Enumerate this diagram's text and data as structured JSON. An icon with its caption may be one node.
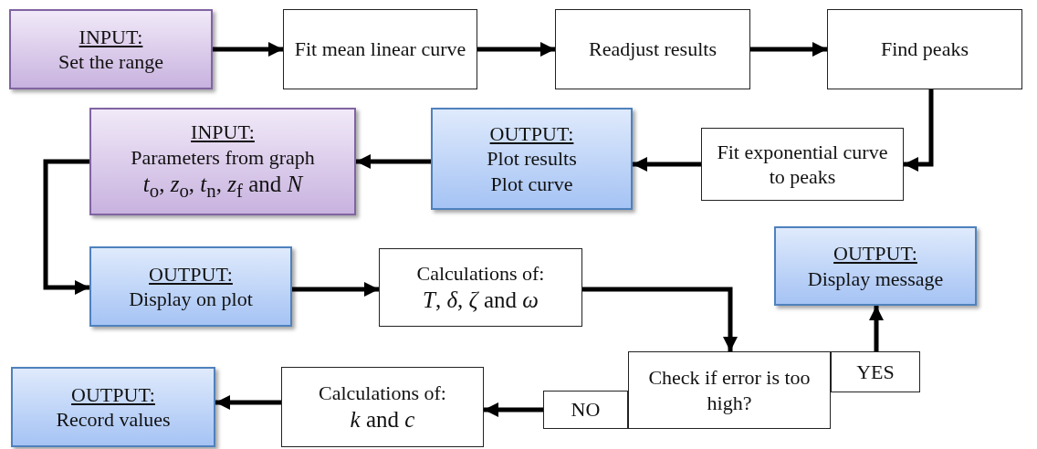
{
  "diagram": {
    "nodes": [
      {
        "text": [
          "INPUT:",
          "Set the range"
        ]
      },
      {
        "text": [
          "Fit mean linear curve"
        ]
      },
      {
        "text": [
          "Readjust results"
        ]
      },
      {
        "text": [
          "Find peaks"
        ]
      },
      {
        "text": [
          "Fit exponential curve to peaks"
        ]
      },
      {
        "text": [
          "OUTPUT:",
          "Plot results Plot curve"
        ]
      },
      {
        "text": [
          "INPUT:",
          "Parameters from graph",
          "*t*$_{o}$, *z*$_{o}$, *t*$_{n}$, *z*$_{f}$ and *N*"
        ]
      },
      {
        "text": [
          "OUTPUT:",
          "Display on plot"
        ]
      },
      {
        "text": [
          "Calculations of:",
          "*T*, *δ*, *ζ* and *ω*"
        ]
      },
      {
        "text": [
          "Check if error is too high?"
        ]
      },
      {
        "text": [
          "YES"
        ]
      },
      {
        "text": [
          "OUTPUT:",
          "Display message"
        ]
      },
      {
        "text": [
          "NO"
        ]
      },
      {
        "text": [
          "Calculations of:",
          "*k* and *c*"
        ]
      },
      {
        "text": [
          "OUTPUT:",
          "Record values"
        ]
      }
    ],
    "edges": [
      {
        "from": 0,
        "to": 1,
        "arrow": "to"
      },
      {
        "from": 1,
        "to": 2,
        "arrow": "to"
      },
      {
        "from": 2,
        "to": 3,
        "arrow": "to"
      },
      {
        "from": 3,
        "to": 4,
        "arrow": "to"
      },
      {
        "from": 4,
        "to": 5,
        "arrow": "to"
      },
      {
        "from": 5,
        "to": 6,
        "arrow": "to"
      },
      {
        "from": 6,
        "to": 7,
        "arrow": "to"
      },
      {
        "from": 7,
        "to": 8,
        "arrow": "to"
      },
      {
        "from": 8,
        "to": 9,
        "arrow": "to"
      },
      {
        "from": 10,
        "to": 11,
        "arrow": "to"
      },
      {
        "from": 12,
        "to": 13,
        "arrow": "to"
      },
      {
        "from": 13,
        "to": 14,
        "arrow": "to"
      }
    ]
  }
}
